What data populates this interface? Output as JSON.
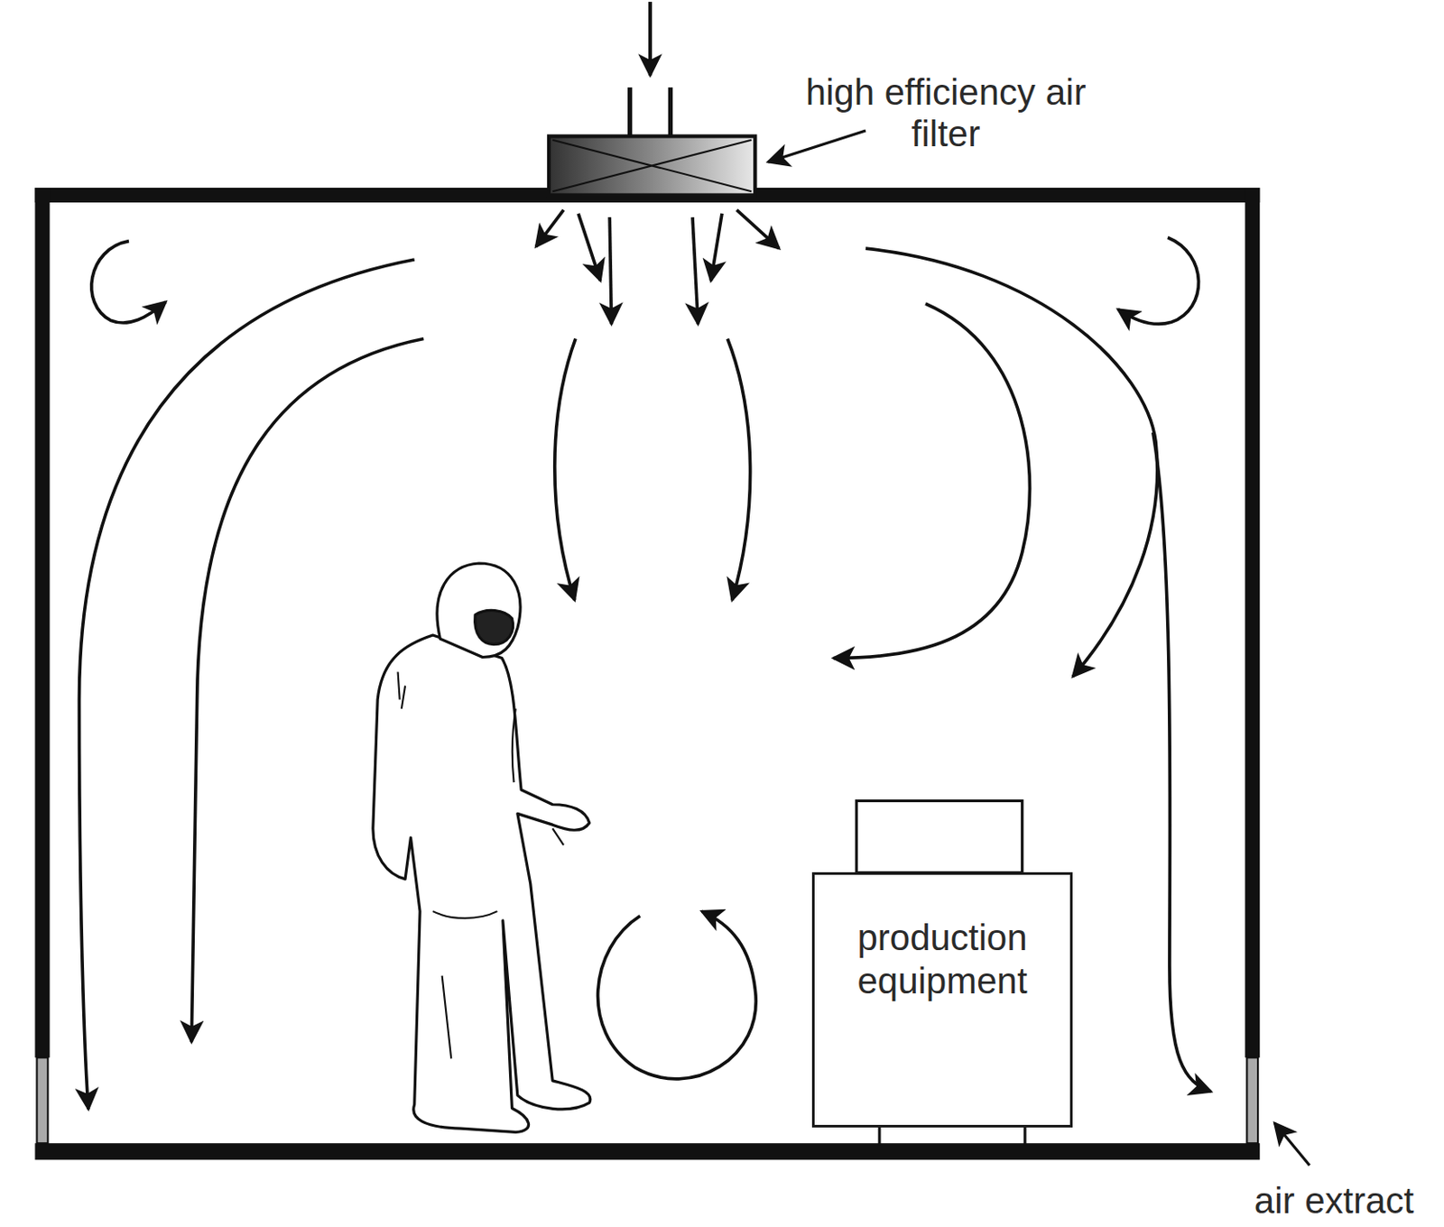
{
  "diagram": {
    "nodes": [
      {
        "text": [
          "production equipment"
        ]
      }
    ],
    "labels": [
      "high efficiency air filter",
      "air extract"
    ]
  }
}
